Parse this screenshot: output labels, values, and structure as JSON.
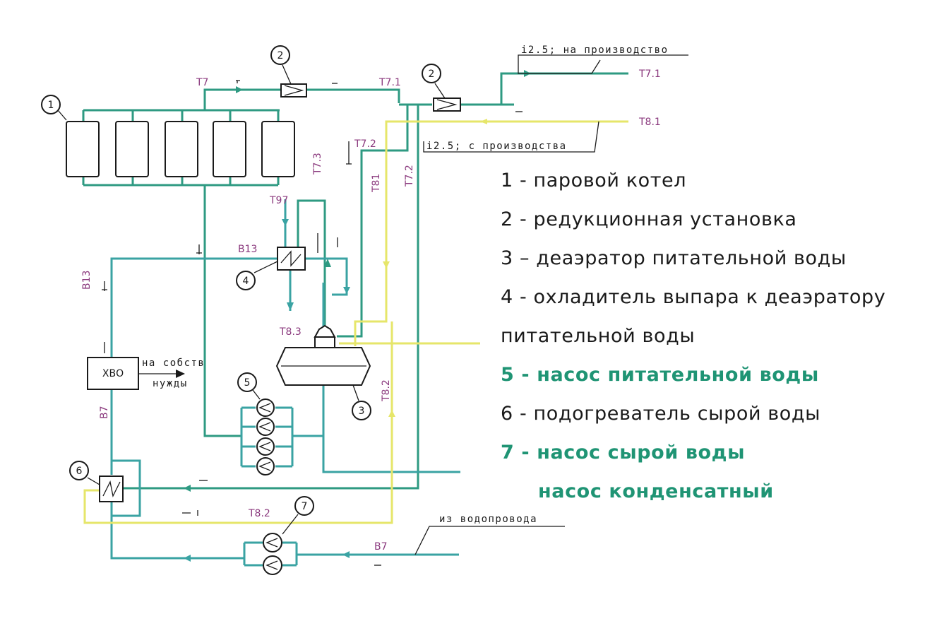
{
  "diagram": {
    "callouts": [
      "1",
      "2",
      "2",
      "3",
      "4",
      "5",
      "6",
      "7"
    ],
    "pipe_labels": {
      "t7": "T7",
      "t7_1_top": "T7.1",
      "t7_1_out": "T7.1",
      "t7_2_h": "T7.2",
      "t7_2_v": "T7.2",
      "t7_3": "T7.3",
      "t8_1_out": "T8.1",
      "t81_v": "T81",
      "t97": "T97",
      "b13_h": "B13",
      "b13_v": "B13",
      "t8_3": "T8.3",
      "t8_2_v": "T8.2",
      "t8_2_h": "T8.2",
      "b7_v": "B7",
      "b7_h": "B7"
    },
    "line_notes": {
      "to_production": "i2.5;  на производство",
      "from_production": "i2.5;  с производства",
      "from_water_main": "из водопровода"
    },
    "xvo": {
      "label": "ХВО",
      "own_needs_1": "на собств",
      "own_needs_2": "нужды"
    }
  },
  "legend": {
    "items": [
      {
        "text": "1 - паровой котел",
        "highlight": false
      },
      {
        "text": "2 - редукционная установка",
        "highlight": false
      },
      {
        "text": "3 – деаэратор питательной воды",
        "highlight": false
      },
      {
        "text": "4 - охладитель выпара к деаэратору",
        "highlight": false
      },
      {
        "text": "питательной воды",
        "highlight": false
      },
      {
        "text": "5 - насос питательной воды",
        "highlight": true
      },
      {
        "text": "6 - подогреватель сырой воды",
        "highlight": false
      },
      {
        "text": "7 - насос сырой воды",
        "highlight": true
      },
      {
        "text": "насос конденсатный",
        "highlight": true
      }
    ]
  },
  "colors": {
    "steam_pipe": "#2e9a82",
    "water_pipe": "#3aa3a3",
    "condensate_pipe": "#e6e66a",
    "tag_text": "#8b3a7e",
    "legend_highlight": "#1f9474"
  }
}
